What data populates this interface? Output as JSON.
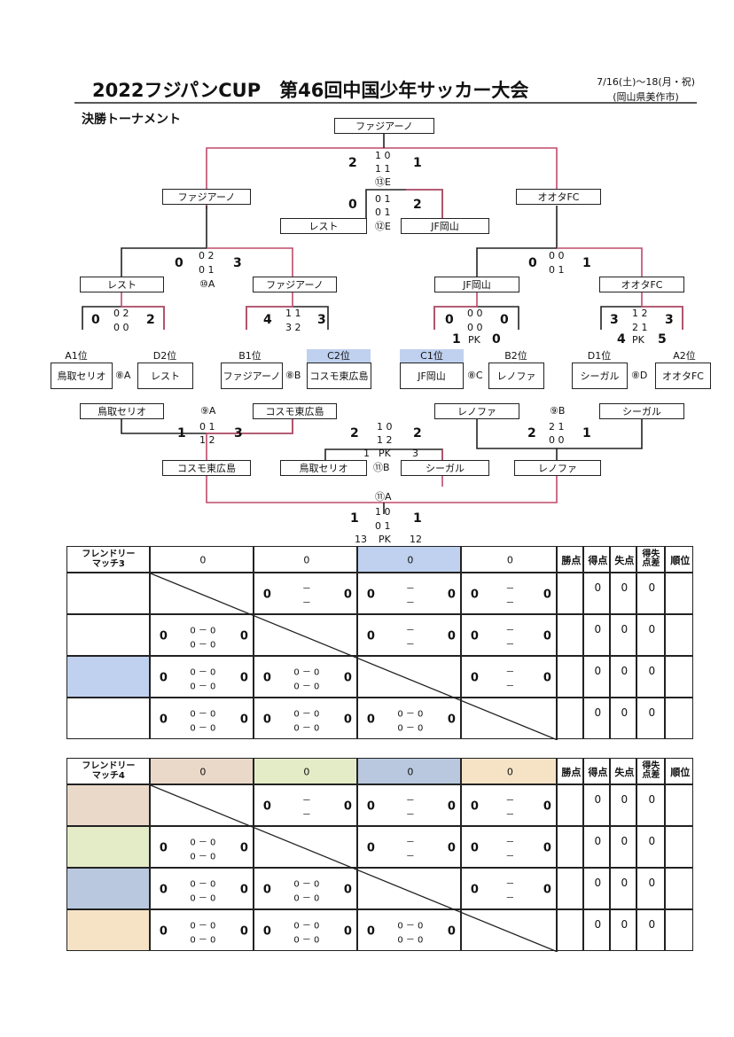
{
  "header": {
    "title": "2022フジパンCUP　第46回中国少年サッカー大会",
    "date_line1": "7/16(土)～18(月・祝)",
    "date_line2": "(岡山県美作市)",
    "subtitle": "決勝トーナメント"
  },
  "bracket": {
    "champion": "ファジアーノ",
    "final": {
      "left": "2",
      "right": "1",
      "half1": "1  0",
      "half2": "1  1",
      "code": "⑬E"
    },
    "third": {
      "left": "0",
      "right": "2",
      "half1": "0  1",
      "half2": "0  1",
      "code": "⑫E",
      "team_left": "レスト",
      "team_right": "JF岡山"
    },
    "semi_left_team": "ファジアーノ",
    "semi_right_team": "オオタFC",
    "sf_left": {
      "left": "0",
      "right": "3",
      "half1": "0  2",
      "half2": "0  1",
      "code": "⑩A"
    },
    "sf_right": {
      "left": "0",
      "right": "1",
      "half1": "0  0",
      "half2": "0  1"
    },
    "qf_teams": [
      "レスト",
      "ファジアーノ",
      "JF岡山",
      "オオタFC"
    ],
    "qf1": {
      "left": "0",
      "right": "2",
      "half1": "0  2",
      "half2": "0  0"
    },
    "qf2": {
      "left": "4",
      "right": "3",
      "half1": "1  1",
      "half2": "3  2"
    },
    "qf3": {
      "left": "0",
      "right": "0",
      "half1": "0  0",
      "half2": "0  0",
      "pk_left": "1",
      "pk": "PK",
      "pk_right": "0"
    },
    "qf4": {
      "left": "3",
      "right": "3",
      "half1": "1  2",
      "half2": "2  1",
      "pk_left": "4",
      "pk": "PK",
      "pk_right": "5"
    },
    "seeds": [
      {
        "label": "A1位",
        "team": "鳥取セリオ"
      },
      {
        "label": "D2位",
        "team": "レスト"
      },
      {
        "label": "B1位",
        "team": "ファジアーノ"
      },
      {
        "label": "C2位",
        "team": "コスモ東広島"
      },
      {
        "label": "C1位",
        "team": "JF岡山"
      },
      {
        "label": "B2位",
        "team": "レノファ"
      },
      {
        "label": "D1位",
        "team": "シーガル"
      },
      {
        "label": "A2位",
        "team": "オオタFC"
      }
    ],
    "match_codes": [
      "⑧A",
      "⑧B",
      "⑧C",
      "⑧D"
    ],
    "lower": {
      "t1": "鳥取セリオ",
      "t2": "コスモ東広島",
      "t3": "レノファ",
      "t4": "シーガル",
      "code_a": "⑨A",
      "code_b": "⑨B",
      "m9a": {
        "left": "1",
        "right": "3",
        "half1": "0  1",
        "half2": "1  2"
      },
      "m9b": {
        "left": "2",
        "right": "1",
        "half1": "2  1",
        "half2": "0  0"
      },
      "w1": "コスモ東広島",
      "w2": "鳥取セリオ",
      "w3": "シーガル",
      "w4": "レノファ",
      "m11b": {
        "left": "2",
        "right": "2",
        "half1": "1  0",
        "half2": "1  2",
        "pk_left": "1",
        "pk": "PK",
        "pk_right": "3",
        "code": "⑪B"
      },
      "m11a": {
        "code": "⑪A",
        "left": "1",
        "right": "1",
        "half1": "1  0",
        "half2": "0  1",
        "pk_left": "13",
        "pk": "PK",
        "pk_right": "12"
      }
    }
  },
  "table3": {
    "label": "フレンドリーマッチ3",
    "headers": [
      "0",
      "0",
      "0",
      "0"
    ],
    "stats_headers": [
      "勝点",
      "得点",
      "失点",
      "得失点差",
      "順位"
    ],
    "zero": "0",
    "dash": "－",
    "dash_pair": "0 － 0",
    "colors": [
      "#ffffff",
      "#ffffff",
      "#bfd1ef",
      "#ffffff"
    ]
  },
  "table4": {
    "label": "フレンドリーマッチ4",
    "headers": [
      "0",
      "0",
      "0",
      "0"
    ],
    "stats_headers": [
      "勝点",
      "得点",
      "失点",
      "得失点差",
      "順位"
    ],
    "colors": [
      "#ead9c9",
      "#e3ecc7",
      "#b9c8de",
      "#f6e3c6"
    ]
  },
  "colors": {
    "accent_red": "#c04a6a",
    "line": "#222222",
    "blue": "#bfd1ef"
  }
}
